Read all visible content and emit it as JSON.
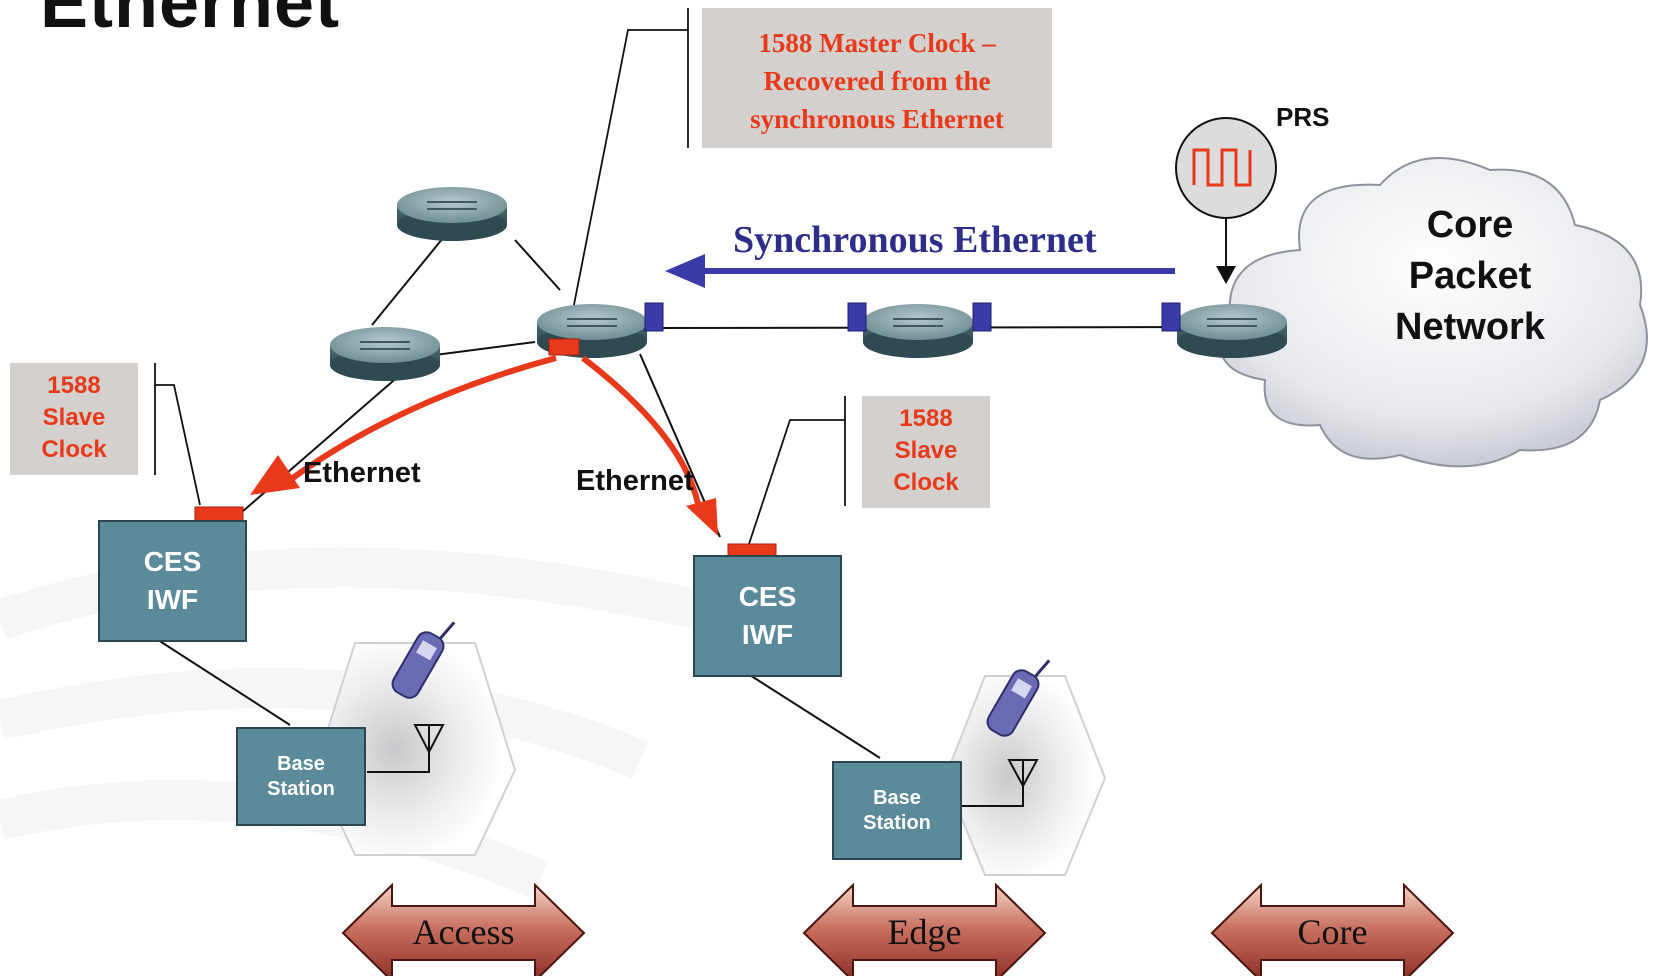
{
  "title": "Ethernet",
  "master_callout": {
    "lines": [
      "1588 Master Clock –",
      "Recovered from the",
      "synchronous Ethernet"
    ]
  },
  "slave_callout_left": {
    "lines": [
      "1588",
      "Slave",
      "Clock"
    ]
  },
  "slave_callout_right": {
    "lines": [
      "1588",
      "Slave",
      "Clock"
    ]
  },
  "prs_label": "PRS",
  "sync_ethernet_label": "Synchronous Ethernet",
  "cloud": {
    "lines": [
      "Core",
      "Packet",
      "Network"
    ]
  },
  "ethernet_label_left": "Ethernet",
  "ethernet_label_right": "Ethernet",
  "ces_left": {
    "lines": [
      "CES",
      "IWF"
    ]
  },
  "ces_right": {
    "lines": [
      "CES",
      "IWF"
    ]
  },
  "bs_left": {
    "lines": [
      "Base",
      "Station"
    ]
  },
  "bs_right": {
    "lines": [
      "Base",
      "Station"
    ]
  },
  "domains": {
    "access": "Access",
    "edge": "Edge",
    "core": "Core"
  },
  "colors": {
    "ptp_red": "#e8391b",
    "sync_blue": "#2e2e8a",
    "device_teal": "#5b8a9a",
    "callout_gray": "#d3d0cd",
    "domain_arrow": "#a8453a"
  },
  "icons": [
    "router-icon",
    "cloud-icon",
    "clock-source-icon",
    "cell-phone-icon",
    "antenna-icon",
    "hexagon-cell-icon"
  ]
}
